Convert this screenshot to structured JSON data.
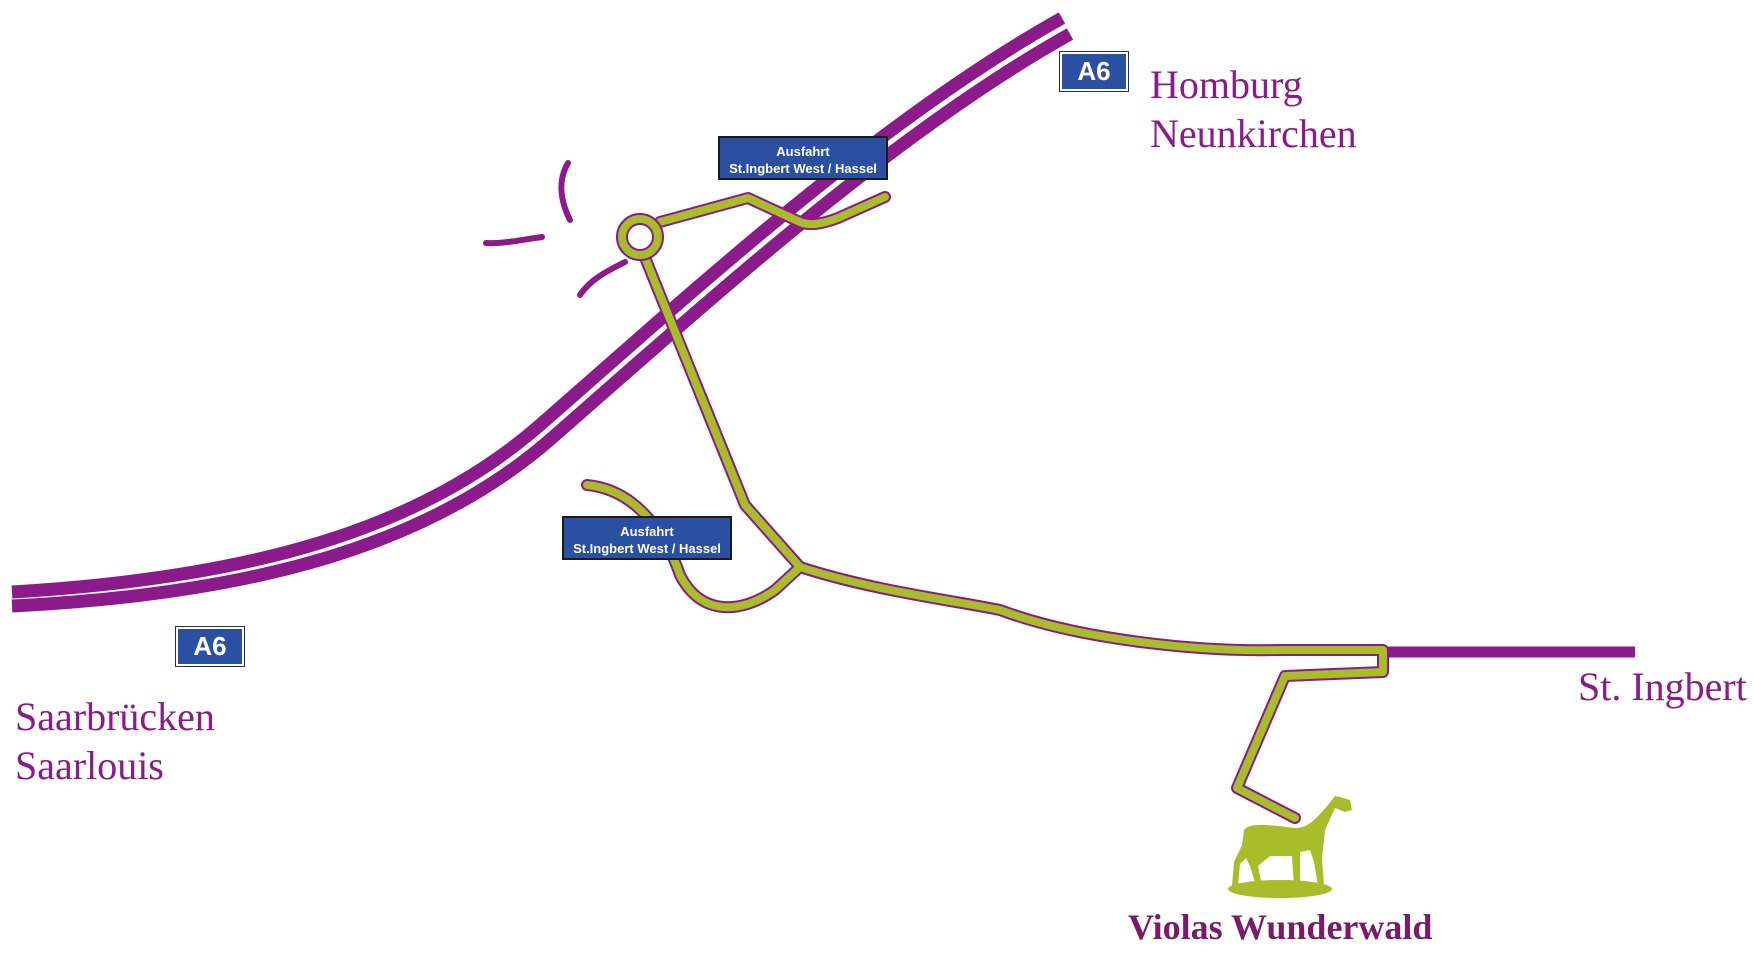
{
  "colors": {
    "road_magenta": "#8b1a8b",
    "route_green": "#a8bd2a",
    "route_outline": "#8b1a8b",
    "sign_blue": "#2b4fa1",
    "text_purple": "#8b1a8b"
  },
  "highway": {
    "name": "A6",
    "shields": [
      {
        "label": "A6"
      },
      {
        "label": "A6"
      }
    ]
  },
  "exits": [
    {
      "line1": "Ausfahrt",
      "line2": "St.Ingbert West / Hassel"
    },
    {
      "line1": "Ausfahrt",
      "line2": "St.Ingbert West / Hassel"
    }
  ],
  "places": {
    "northeast": [
      "Homburg",
      "Neunkirchen"
    ],
    "west": [
      "Saarbrücken",
      "Saarlouis"
    ],
    "east": [
      "St. Ingbert"
    ]
  },
  "destination": {
    "label": "Violas Wunderwald",
    "icon": "horse-icon"
  }
}
